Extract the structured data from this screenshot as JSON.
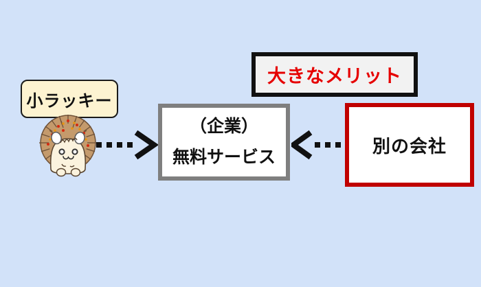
{
  "diagram": {
    "background_color": "#d2e2f9",
    "small_lucky_label": {
      "text": "小ラッキー",
      "fill_color": "#fdf3d1",
      "border_color": "#1a1a1a",
      "text_color": "#111111"
    },
    "big_merit_box": {
      "text": "大きなメリット",
      "fill_color": "#f2f2f2",
      "border_color": "#111111",
      "text_color": "#e60000"
    },
    "free_service_box": {
      "line1": "（企業）",
      "line2": "無料サービス",
      "fill_color": "#ffffff",
      "border_color": "#7f7f7f",
      "text_color": "#111111"
    },
    "other_company_box": {
      "text": "別の会社",
      "fill_color": "#ffffff",
      "border_color": "#c00000",
      "text_color": "#111111"
    },
    "arrows": {
      "color": "#111111",
      "style": "dotted"
    },
    "hedgehog_character": {
      "body_color": "#c49a6c",
      "face_color": "#fbf3de",
      "spot_colors": [
        "#d42a10",
        "#e89410"
      ]
    }
  }
}
